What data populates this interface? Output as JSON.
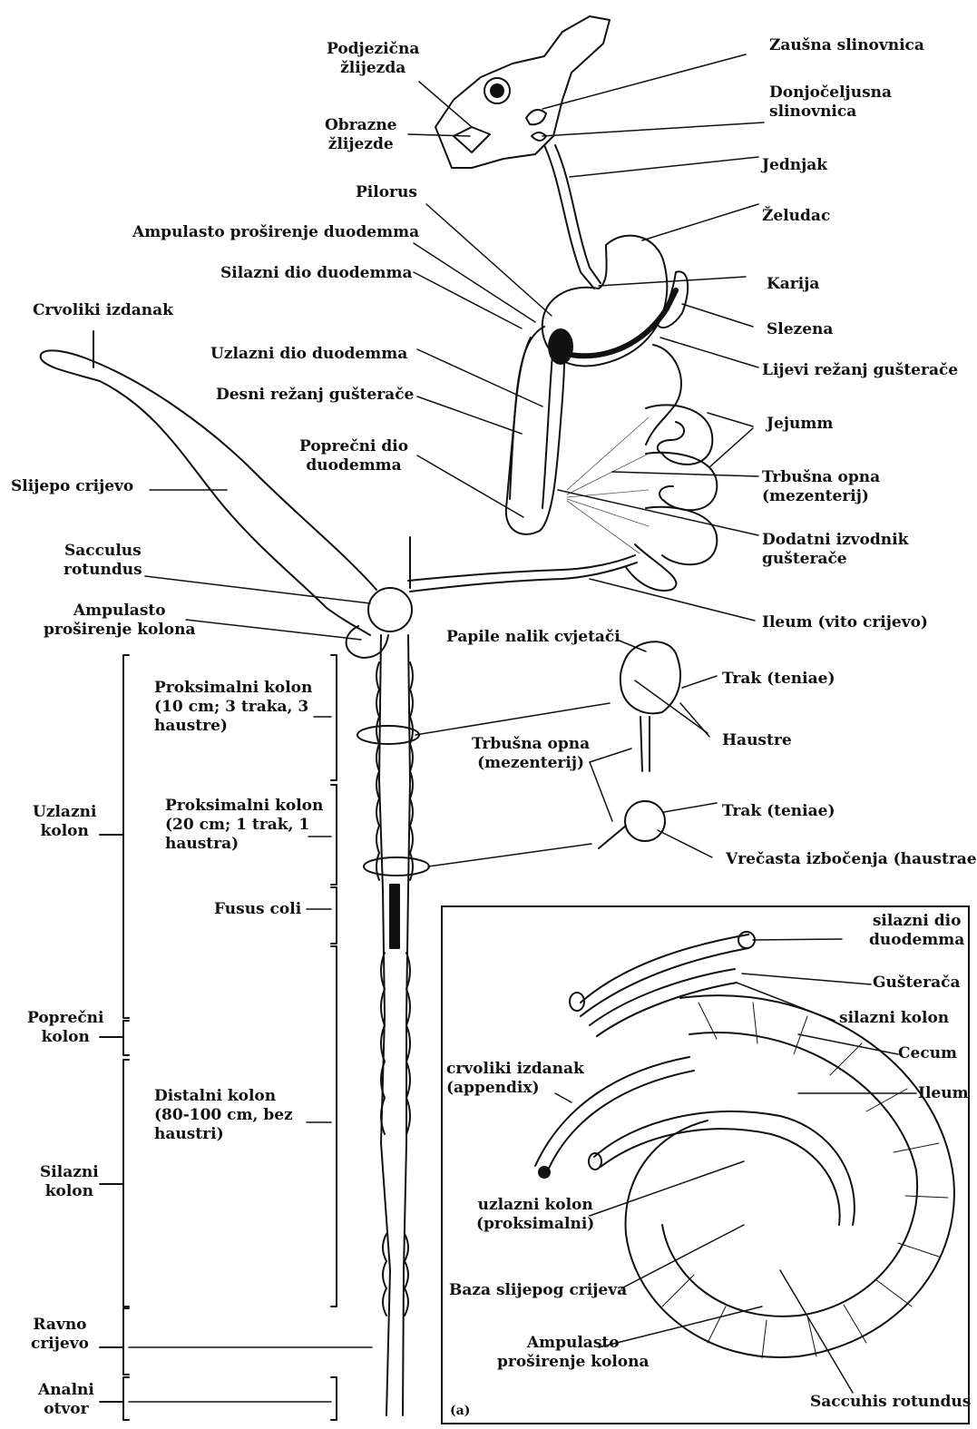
{
  "labels": {
    "podjezicna": "Podjezična\nžlijezda",
    "obrazne": "Obrazne\nžlijezde",
    "zausna": "Zaušna slinovnica",
    "donjoceljusna": "Donjočeljusna\nslinovnica",
    "jednjak": "Jednjak",
    "zeludac": "Želudac",
    "pilorus": "Pilorus",
    "ampulasto_duod": "Ampulasto proširenje duodemma",
    "silazni_duod": "Silazni dio duodemma",
    "karija": "Karija",
    "slezena": "Slezena",
    "crvoliki": "Crvoliki izdanak",
    "uzlazni_duod": "Uzlazni dio duodemma",
    "lijevi_reznj": "Lijevi režanj gušterače",
    "desni_reznj": "Desni režanj gušterače",
    "jejunum": "Jejumm",
    "poprecni_duod": "Poprečni dio\nduodemma",
    "trbusna_opna1": "Trbušna opna\n(mezenterij)",
    "slijepo": "Slijepo crijevo",
    "dodatni": "Dodatni izvodnik\ngušterače",
    "sacculus": "Sacculus\nrotundus",
    "ampulasto_kolon": "Ampulasto\nproširenje kolona",
    "ileum": "Ileum (vito crijevo)",
    "papile": "Papile nalik cvjetači",
    "prox1": "Proksimalni kolon\n(10 cm; 3 traka, 3\nhaustre)",
    "trak1": "Trak (teniae)",
    "haustre": "Haustre",
    "trbusna_opna2": "Trbušna opna\n(mezenterij)",
    "uzlazni_kolon": "Uzlazni\nkolon",
    "prox2": "Proksimalni kolon\n(20 cm; 1 trak, 1\nhaustra)",
    "trak2": "Trak (teniae)",
    "vrecasta": "Vrečasta izbočenja (haustrae)",
    "fusus": "Fusus coli",
    "poprecni_kolon": "Poprečni\nkolon",
    "distalni": "Distalni kolon\n(80-100 cm, bez\nhaustri)",
    "silazni_kolon": "Silazni\nkolon",
    "ravno": "Ravno\ncrijevo",
    "analni": "Analni\notvor"
  },
  "inset": {
    "silazni_duod": "silazni dio\nduodemma",
    "gusteraca": "Gušterača",
    "silazni_kolon": "silazni kolon",
    "cecum": "Cecum",
    "crvoliki": "crvoliki izdanak\n(appendix)",
    "ileum": "Ileum",
    "uzlazni": "uzlazni kolon\n(proksimalni)",
    "baza": "Baza slijepog crijeva",
    "ampulasto": "Ampulasto\nproširenje kolona",
    "sacculus": "Saccuhis rotundus",
    "tag": "(a)"
  }
}
